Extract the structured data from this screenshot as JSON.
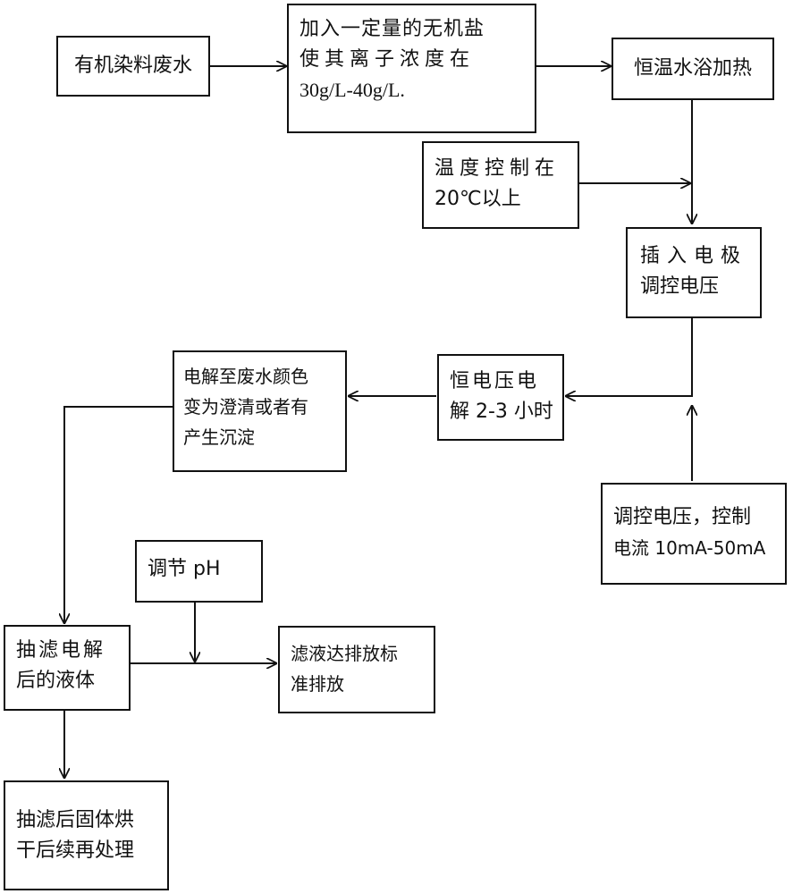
{
  "nodes": {
    "wastewater": {
      "lines": [
        "有机染料废水"
      ]
    },
    "add_salt": {
      "lines": [
        "加入一定量的无机盐",
        "使其离子浓度在",
        "30g/L-40g/L."
      ]
    },
    "water_bath": {
      "lines": [
        "恒温水浴加热"
      ]
    },
    "temp_control": {
      "lines": [
        "温度控制在",
        "20℃以上"
      ]
    },
    "insert_electrode": {
      "lines": [
        "插入电极",
        "调控电压"
      ]
    },
    "const_voltage": {
      "lines": [
        "恒电压电",
        "解 2-3 小时"
      ]
    },
    "current_control": {
      "lines": [
        "调控电压，控制",
        "电流 10mA-50mA"
      ]
    },
    "electrolysis_end": {
      "lines": [
        "电解至废水颜色",
        "变为澄清或者有",
        "产生沉淀"
      ]
    },
    "adjust_ph": {
      "lines": [
        "调节 pH"
      ]
    },
    "filter_liquid": {
      "lines": [
        "抽滤电解",
        "后的液体"
      ]
    },
    "discharge": {
      "lines": [
        "滤液达排放标",
        "准排放"
      ]
    },
    "solid": {
      "lines": [
        "抽滤后固体烘",
        "干后续再处理"
      ]
    }
  }
}
